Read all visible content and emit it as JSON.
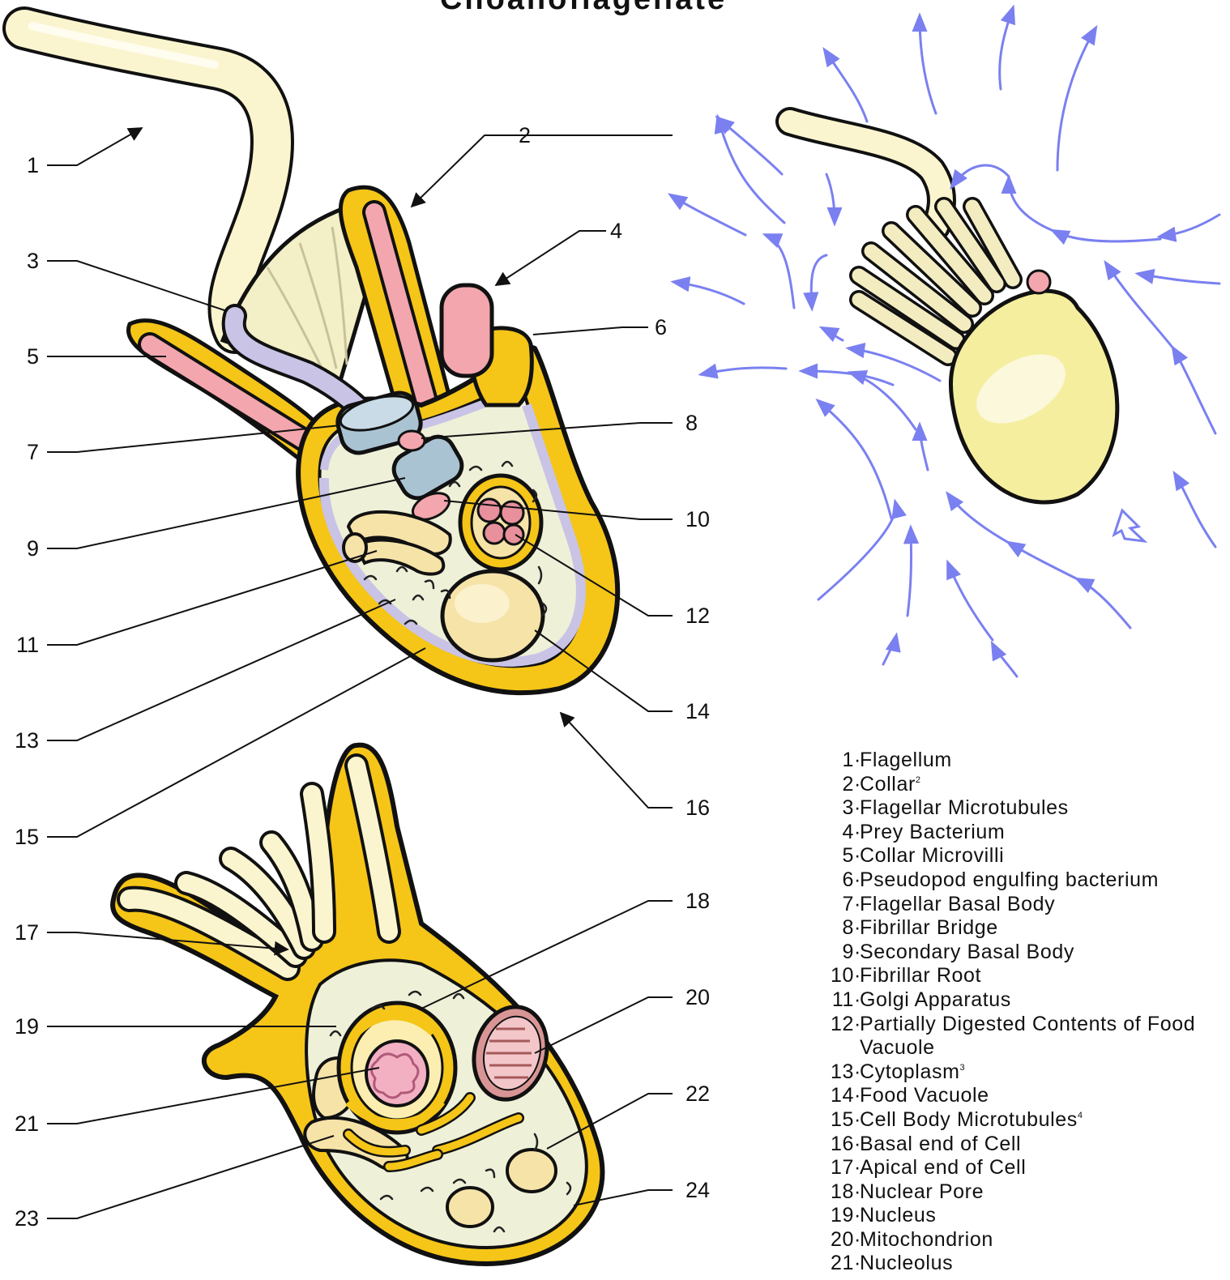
{
  "title": "Choanoflagellate",
  "left_numbers": [
    "1",
    "3",
    "5",
    "7",
    "9",
    "11",
    "13",
    "15",
    "17",
    "19",
    "21",
    "23"
  ],
  "right_numbers": [
    "2",
    "4",
    "6",
    "8",
    "10",
    "12",
    "14",
    "16",
    "18",
    "20",
    "22",
    "24"
  ],
  "legend": [
    {
      "n": "1",
      "text": "Flagellum",
      "sup": ""
    },
    {
      "n": "2",
      "text": "Collar",
      "sup": "2"
    },
    {
      "n": "3",
      "text": "Flagellar Microtubules",
      "sup": ""
    },
    {
      "n": "4",
      "text": "Prey Bacterium",
      "sup": ""
    },
    {
      "n": "5",
      "text": "Collar Microvilli",
      "sup": ""
    },
    {
      "n": "6",
      "text": "Pseudopod engulfing bacterium",
      "sup": ""
    },
    {
      "n": "7",
      "text": "Flagellar Basal Body",
      "sup": ""
    },
    {
      "n": "8",
      "text": "Fibrillar Bridge",
      "sup": ""
    },
    {
      "n": "9",
      "text": "Secondary Basal Body",
      "sup": ""
    },
    {
      "n": "10",
      "text": "Fibrillar Root",
      "sup": ""
    },
    {
      "n": "11",
      "text": "Golgi Apparatus",
      "sup": ""
    },
    {
      "n": "12",
      "text": "Partially Digested Contents of Food Vacuole",
      "sup": ""
    },
    {
      "n": "13",
      "text": "Cytoplasm",
      "sup": "3"
    },
    {
      "n": "14",
      "text": "Food Vacuole",
      "sup": ""
    },
    {
      "n": "15",
      "text": "Cell Body Microtubules",
      "sup": "4"
    },
    {
      "n": "16",
      "text": "Basal end of Cell",
      "sup": ""
    },
    {
      "n": "17",
      "text": "Apical end of Cell",
      "sup": ""
    },
    {
      "n": "18",
      "text": "Nuclear Pore",
      "sup": ""
    },
    {
      "n": "19",
      "text": "Nucleus",
      "sup": ""
    },
    {
      "n": "20",
      "text": "Mitochondrion",
      "sup": ""
    },
    {
      "n": "21",
      "text": "Nucleolus",
      "sup": ""
    }
  ],
  "colors": {
    "membrane": "#f5c518",
    "cytoplasm": "#eef0d8",
    "microtubule": "#c9c3e6",
    "microvillus": "#f3a6ad",
    "basal_body": "#aac3d3",
    "vacuole": "#f6e3a8",
    "flagellum": "#fbf5cf",
    "flow_arrows": "#7a80f0",
    "outline": "#111111"
  }
}
